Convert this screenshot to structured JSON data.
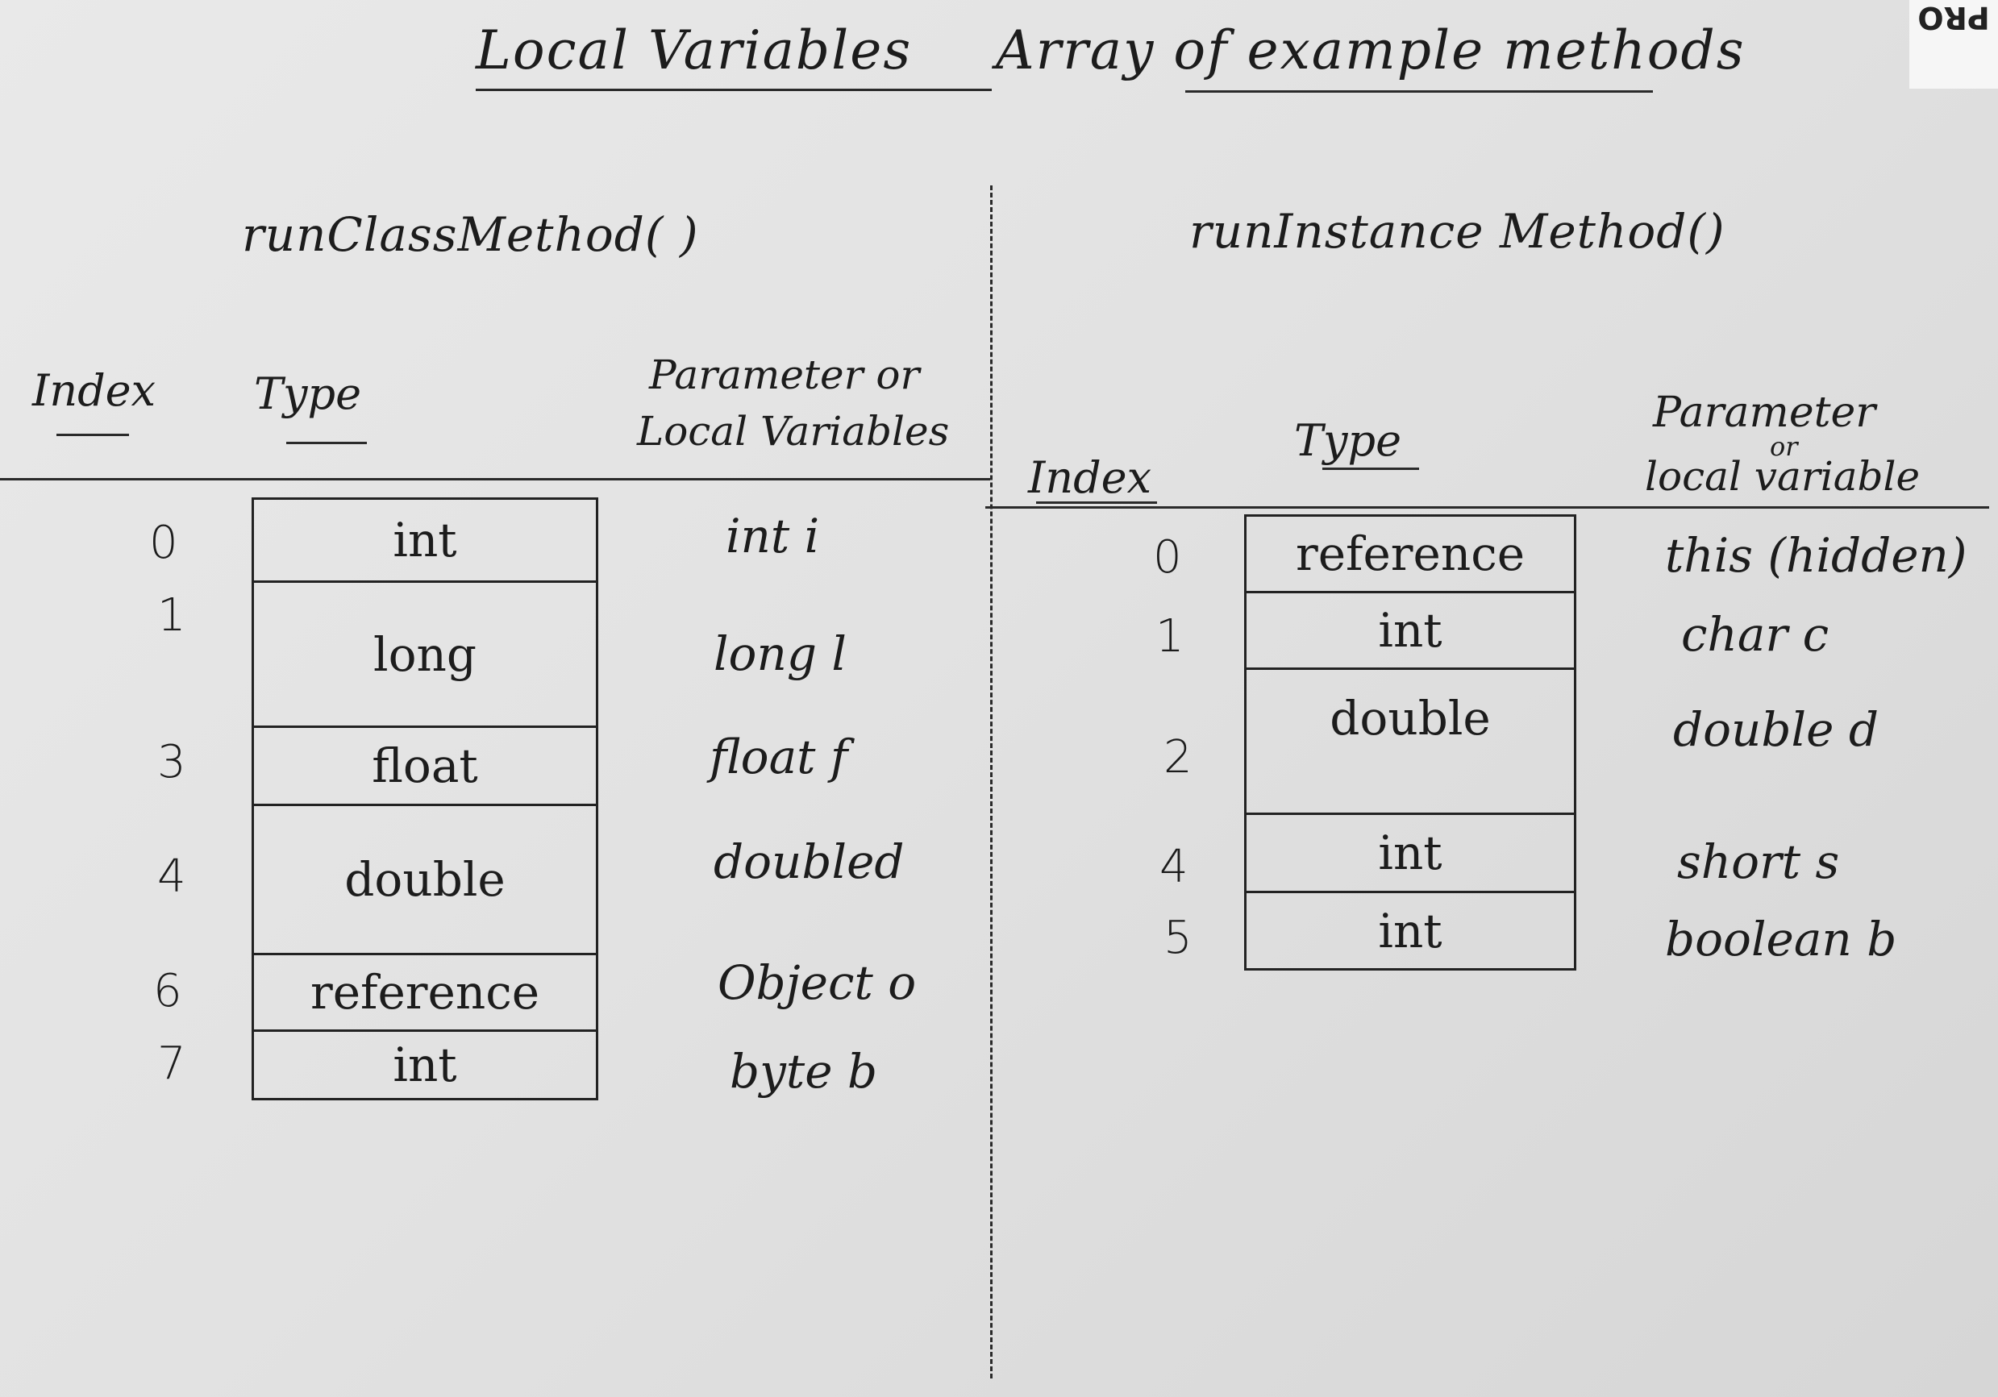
{
  "title_left": "Local Variables",
  "title_right": "Array of example methods",
  "corner_mark": "PRO",
  "left": {
    "method": "runClassMethod( )",
    "headers": {
      "index": "Index",
      "type": "Type",
      "param_line1": "Parameter or",
      "param_line2": "Local Variables"
    },
    "rows": [
      {
        "index": "0",
        "type": "int",
        "param": "int i"
      },
      {
        "index": "1",
        "type": "long",
        "param": "long l"
      },
      {
        "index": "3",
        "type": "float",
        "param": "float f"
      },
      {
        "index": "4",
        "type": "double",
        "param": "doubled"
      },
      {
        "index": "6",
        "type": "reference",
        "param": "Object o"
      },
      {
        "index": "7",
        "type": "int",
        "param": "byte b"
      }
    ]
  },
  "right": {
    "method": "runInstance Method()",
    "headers": {
      "index": "Index",
      "type": "Type",
      "param_line1": "Parameter",
      "param_or": "or",
      "param_line2": "local variable"
    },
    "rows": [
      {
        "index": "0",
        "type": "reference",
        "param": "this (hidden)"
      },
      {
        "index": "1",
        "type": "int",
        "param": "char c"
      },
      {
        "index": "2",
        "type": "double",
        "param": "double d"
      },
      {
        "index": "4",
        "type": "int",
        "param": "short s"
      },
      {
        "index": "5",
        "type": "int",
        "param": "boolean b"
      }
    ]
  }
}
